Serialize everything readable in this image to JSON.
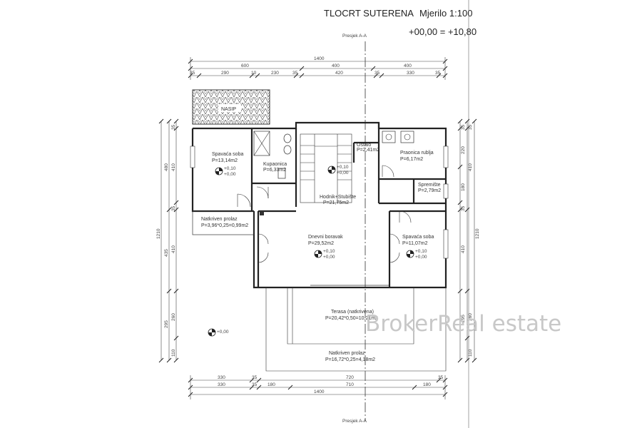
{
  "header": {
    "title": "TLOCRT SUTERENA",
    "scale": "Mjerilo 1:100",
    "level": "+00,00 = +10,80"
  },
  "section_label": "Presjek A-A",
  "fill_label": "NASIP",
  "watermark": "BrokerReal estate",
  "rooms": {
    "bedroom_left": {
      "name": "Spavaća soba",
      "area": "P=13,14m2"
    },
    "bathroom": {
      "name": "Kupaonica",
      "area": "P=6,33m2"
    },
    "other": {
      "name": "Ostalo",
      "area": "P=2,41m2"
    },
    "laundry": {
      "name": "Praonica rublja",
      "area": "P=6,17m2"
    },
    "storage": {
      "name": "Spremište",
      "area": "P=2,79m2"
    },
    "hall": {
      "name": "Hodnik+Stubište",
      "area": "P=21,75m2"
    },
    "covered_left": {
      "name": "Natkriven prolaz",
      "area": "P=3,96*0,25=0,99m2"
    },
    "living": {
      "name": "Dnevni boravak",
      "area": "P=29,52m2"
    },
    "bedroom_right": {
      "name": "Spavaća soba",
      "area": "P=11,07m2"
    },
    "terrace": {
      "name": "Terasa (natkrivena)",
      "area": "P=20,42*0,50=10,21m2"
    },
    "covered_bottom": {
      "name": "Natkriven prolaz",
      "area": "P=16,72*0,25=4,18m2"
    }
  },
  "levels": {
    "l1": "+0,10",
    "l2": "+0,00",
    "l3": "+0,00"
  },
  "dims_top": {
    "total": "1400",
    "row2": [
      "600",
      "400",
      "400"
    ],
    "row3": [
      "35",
      "290",
      "10",
      "230",
      "35",
      "420",
      "35",
      "330",
      "35"
    ]
  },
  "dims_bottom": {
    "row1": [
      "330",
      "35",
      "720",
      "35"
    ],
    "row2": [
      "330",
      "35",
      "180",
      "710",
      "180"
    ],
    "total": "1400"
  },
  "dims_left": {
    "total": "1210",
    "outer": [
      "480",
      "435",
      "295"
    ],
    "inner": [
      "35",
      "410",
      "35",
      "410",
      "260",
      "110"
    ]
  },
  "dims_right": {
    "total": "1210",
    "outer": [
      "35",
      "220",
      "180",
      "35",
      "410",
      "295"
    ],
    "inner": [
      "35",
      "410",
      "260",
      "110"
    ]
  }
}
